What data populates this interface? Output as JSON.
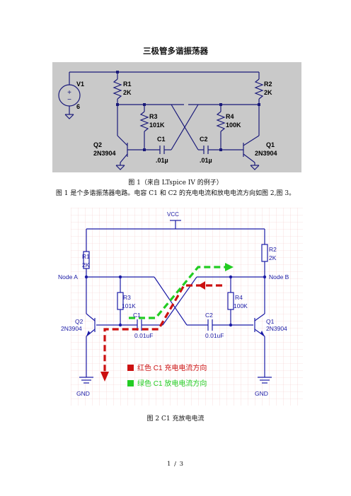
{
  "document": {
    "title": "三极管多谐振荡器",
    "figure1_caption": "图 1（来自 LTspice IV 的例子）",
    "description": "图 1 是个多谐振荡器电路。电容 C1 和 C2 的充电电流和放电电流方向如图 2,图 3。",
    "figure2_caption": "图 2 C1 充放电电流",
    "page_number": "1 / 3"
  },
  "figure1": {
    "v1": "V1",
    "v1_value": "6",
    "r1": "R1",
    "r1_value": "2K",
    "r2": "R2",
    "r2_value": "2K",
    "r3": "R3",
    "r3_value": "101K",
    "r4": "R4",
    "r4_value": "100K",
    "c1": "C1",
    "c1_value": ".01µ",
    "c2": "C2",
    "c2_value": ".01µ",
    "q1": "Q1",
    "q1_model": "2N3904",
    "q2": "Q2",
    "q2_model": "2N3904"
  },
  "figure2": {
    "vcc": "VCC",
    "r1": "R1",
    "r1_value": "2K",
    "r2": "R2",
    "r2_value": "2K",
    "r3": "R3",
    "r3_value": "101K",
    "r4": "R4",
    "r4_value": "100K",
    "c1": "C1",
    "c1_value": "0.01uF",
    "c2": "C2",
    "c2_value": "0.01uF",
    "node_a": "Node A",
    "node_b": "Node B",
    "q1": "Q1",
    "q1_model": "2N3904",
    "q2": "Q2",
    "q2_model": "2N3904",
    "gnd_left": "GND",
    "gnd_right": "GND",
    "legend_red": "红色 C1 充电电流方向",
    "legend_green": "绿色 C1 放电电流方向",
    "colors": {
      "red": "#cc1111",
      "green": "#22cc22",
      "wire": "#1a1aa6",
      "grid": "#f3c9c9"
    }
  }
}
